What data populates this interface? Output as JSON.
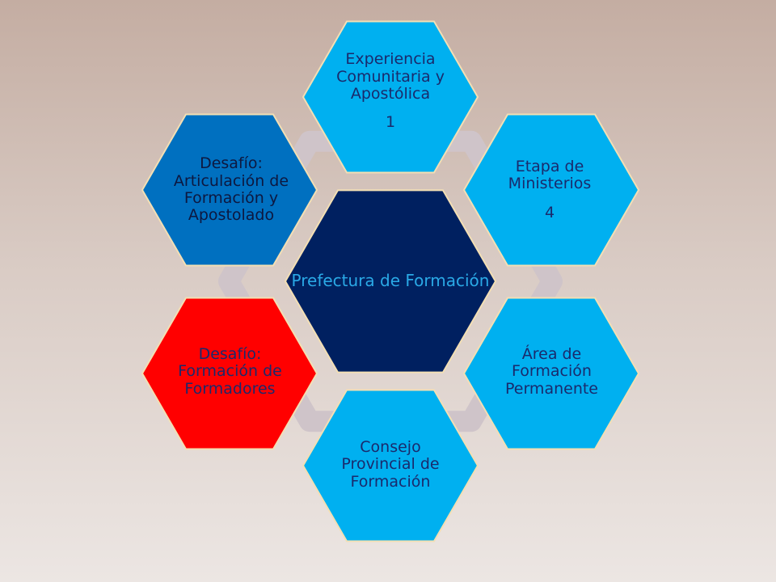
{
  "center": {
    "label": "Prefectura de Formación",
    "fill": "#002060",
    "text_color": "#2aa9e6"
  },
  "nodes": [
    {
      "id": "experiencia",
      "title": "Experiencia Comunitaria y Apostólica",
      "number": "1",
      "fill": "#00b0f0",
      "text_color": "#1a2a6c"
    },
    {
      "id": "etapa-ministerios",
      "title": "Etapa de Ministerios",
      "number": "4",
      "fill": "#00b0f0",
      "text_color": "#1a2a6c"
    },
    {
      "id": "area-formacion",
      "title": "Área de Formación Permanente",
      "number": "",
      "fill": "#00b0f0",
      "text_color": "#1a2a6c"
    },
    {
      "id": "consejo",
      "title": "Consejo Provincial de Formación",
      "number": "",
      "fill": "#00b0f0",
      "text_color": "#1a2a6c"
    },
    {
      "id": "desafio-formadores",
      "title": "Desafío: Formación de Formadores",
      "number": "",
      "fill": "#ff0000",
      "text_color": "#1a2a6c"
    },
    {
      "id": "desafio-articulacion",
      "title": "Desafío: Articulación de Formación y Apostolado",
      "number": "",
      "fill": "#0070c0",
      "text_color": "#0d1840"
    }
  ],
  "colors": {
    "border": "#f3dfb4",
    "connector": "#cfc4c9"
  }
}
